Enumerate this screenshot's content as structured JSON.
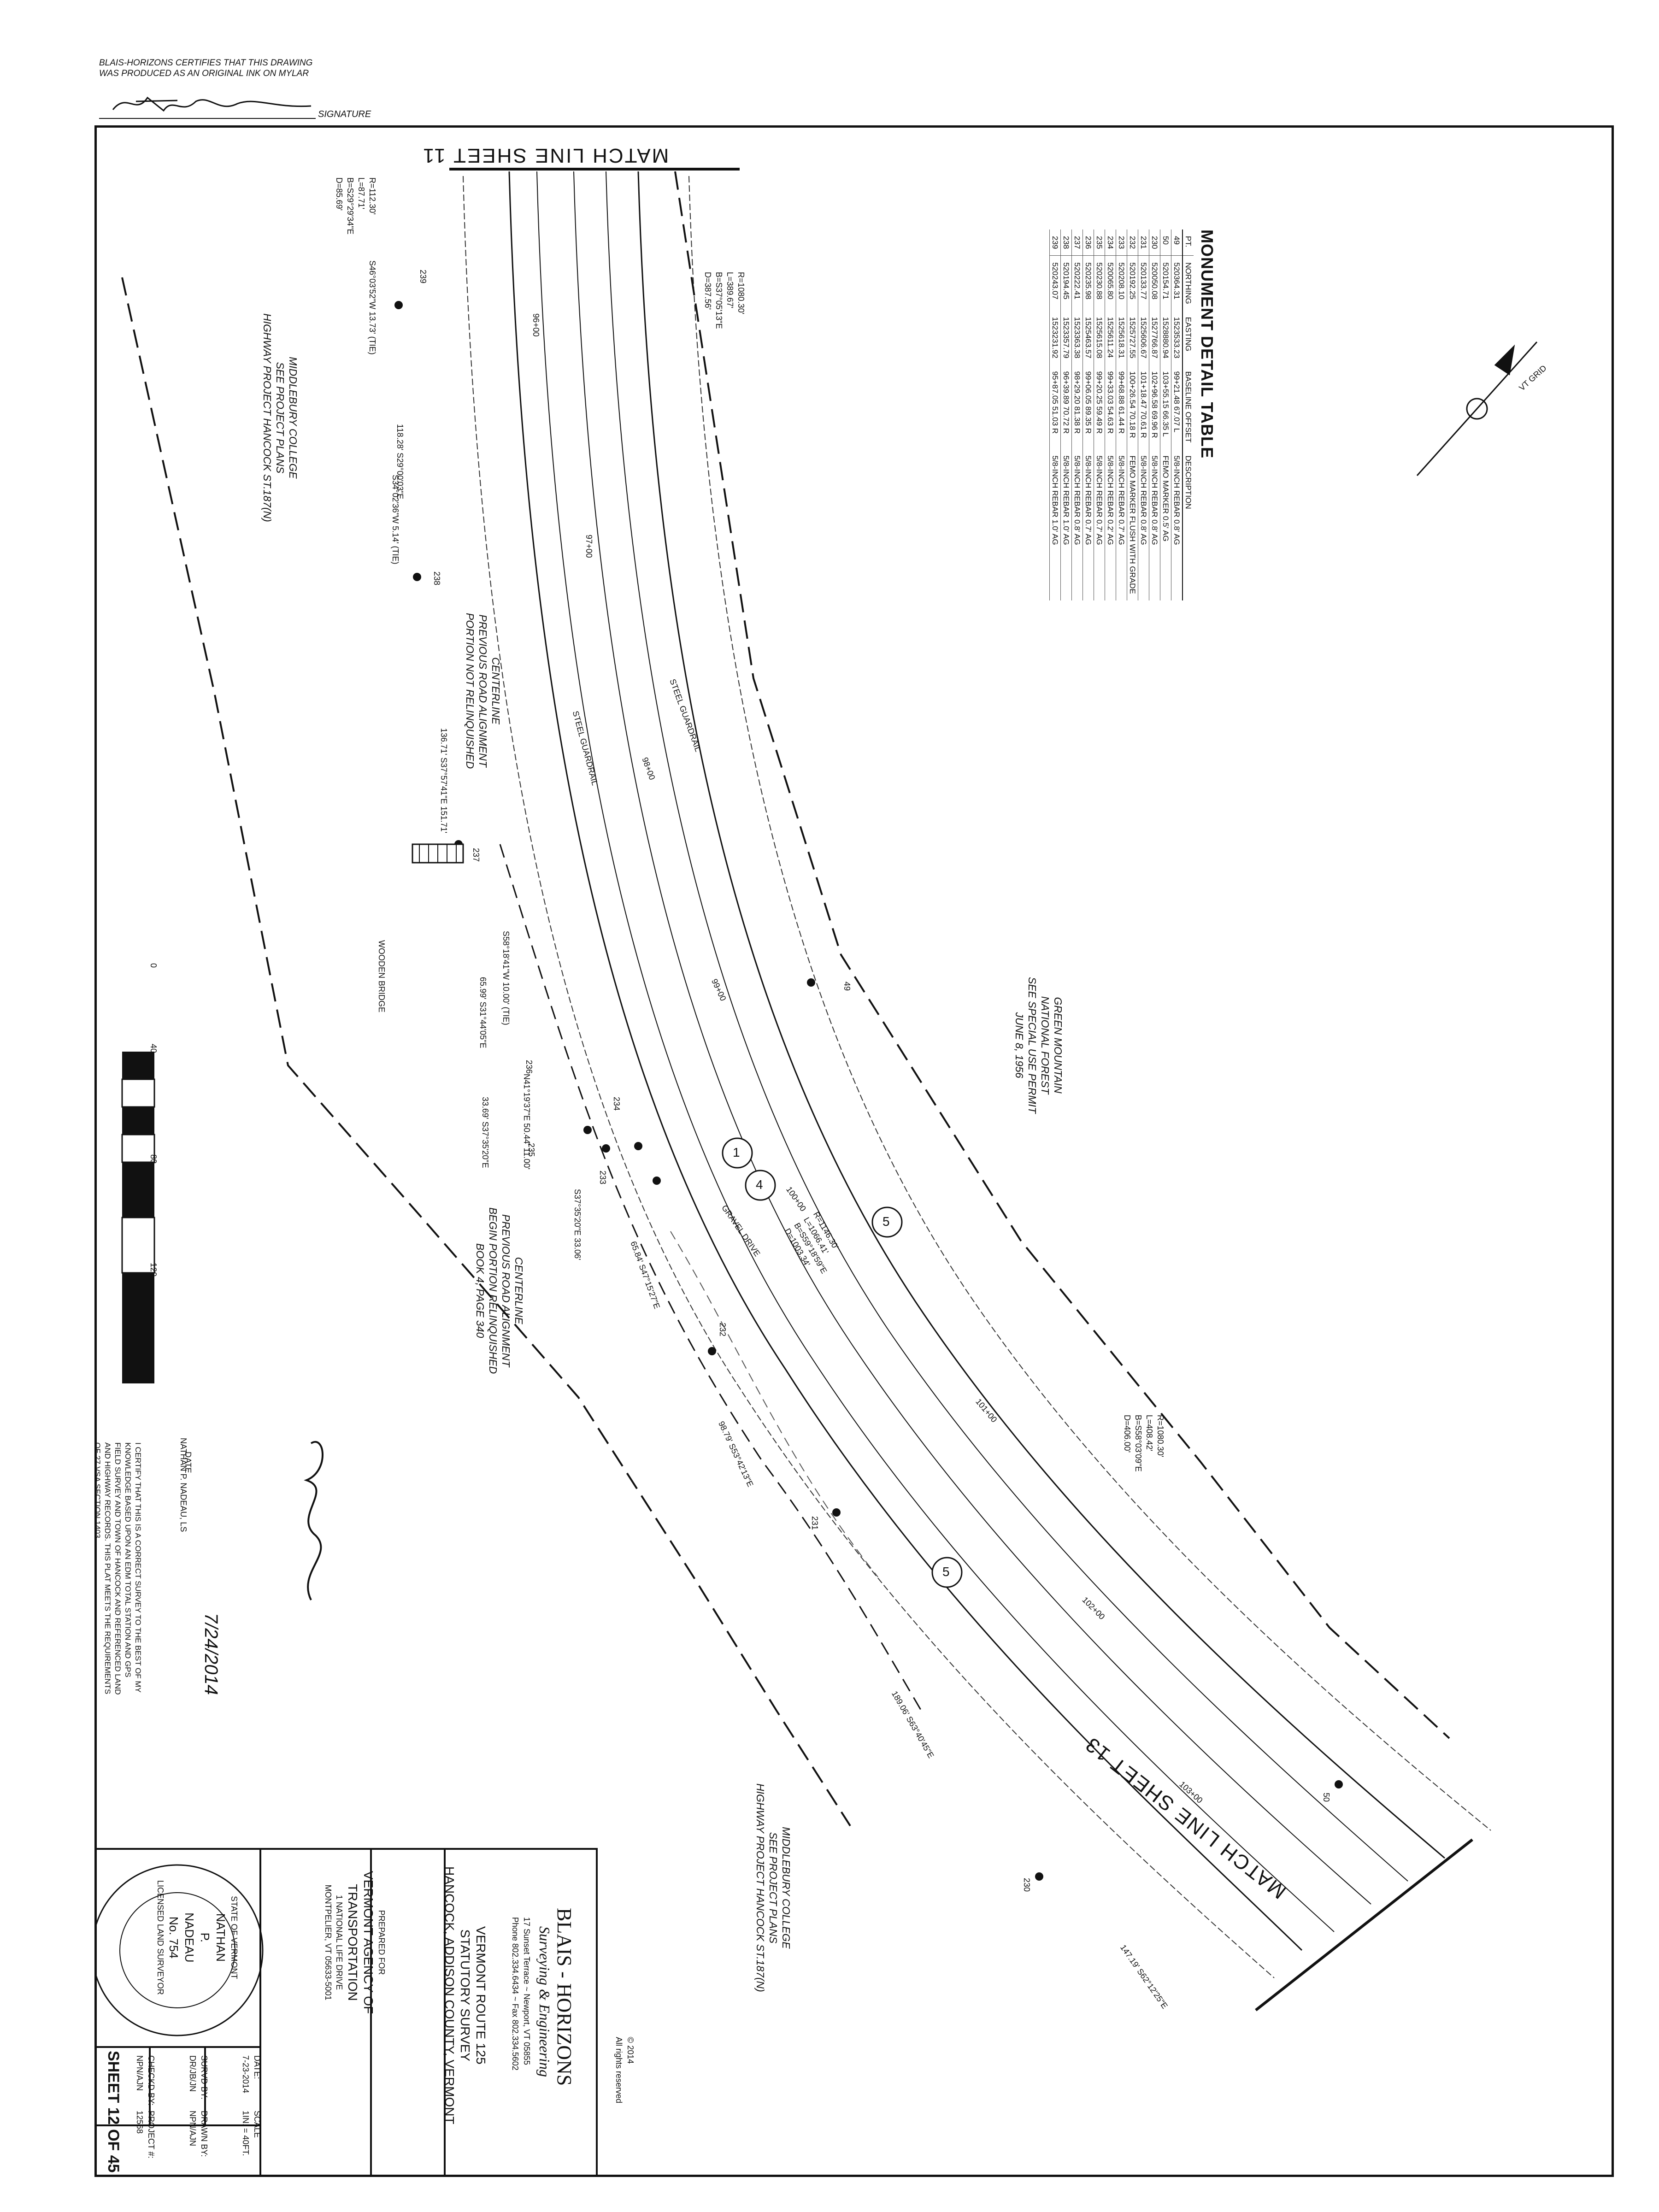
{
  "certification": {
    "line1": "BLAIS-HORIZONS CERTIFIES THAT THIS DRAWING",
    "line2": "WAS PRODUCED AS AN ORIGINAL INK ON MYLAR",
    "signature_label": "SIGNATURE"
  },
  "match_lines": {
    "top": "MATCH LINE SHEET 11",
    "bottom": "MATCH LINE SHEET 13"
  },
  "north_arrow": {
    "label": "VT GRID"
  },
  "monument_table": {
    "title": "MONUMENT DETAIL TABLE",
    "headers": [
      "PT.",
      "NORTHING",
      "EASTING",
      "BASELINE OFFSET",
      "DESCRIPTION"
    ],
    "rows": [
      [
        "49",
        "520364.31",
        "1523533.23",
        "99+21.48 67.07 L",
        "5/8-INCH REBAR 0.8' AG"
      ],
      [
        "50",
        "520154.71",
        "1528880.94",
        "103+55.15 66.35 L",
        "FEMO MARKER 0.5' AG"
      ],
      [
        "230",
        "520050.08",
        "1527766.87",
        "102+96.58 69.96 R",
        "5/8-INCH REBAR 0.8' AG"
      ],
      [
        "231",
        "520133.77",
        "1525606.67",
        "101+18.47 70.61 R",
        "5/8-INCH REBAR 0.8' AG"
      ],
      [
        "232",
        "520192.25",
        "1525727.55",
        "100+26.54 70.18 R",
        "FEMO MARKER FLUSH WITH GRADE"
      ],
      [
        "233",
        "520208.10",
        "1525618.31",
        "99+68.88 61.44 R",
        "5/8-INCH REBAR 0.7' AG"
      ],
      [
        "234",
        "520065.80",
        "1525611.24",
        "99+33.03 54.63 R",
        "5/8-INCH REBAR 0.2' AG"
      ],
      [
        "235",
        "520230.88",
        "1525615.08",
        "99+20.25 59.49 R",
        "5/8-INCH REBAR 0.7' AG"
      ],
      [
        "236",
        "520235.98",
        "1525463.57",
        "99+06.05 89.35 R",
        "5/8-INCH REBAR 0.7' AG"
      ],
      [
        "237",
        "520222.41",
        "1523363.38",
        "98+29.20 81.38 R",
        "5/8-INCH REBAR 0.8' AG"
      ],
      [
        "238",
        "520194.45",
        "1523357.79",
        "96+39.89 70.72 R",
        "5/8-INCH REBAR 1.0' AG"
      ],
      [
        "239",
        "520243.07",
        "1523231.92",
        "95+87.05 51.03 R",
        "5/8-INCH REBAR 1.0' AG"
      ]
    ]
  },
  "curves": {
    "top_left": [
      "R=1080.30'",
      "L=389.67'",
      "B=S37°05'13\"E",
      "D=387.56'"
    ],
    "left_small": [
      "R=112.30'",
      "L=87.71'",
      "B=S29°29'34\"E",
      "D=85.69'"
    ],
    "center": [
      "R=1146.30'",
      "L=1066.41'",
      "B=S59°18'59\"E",
      "D=1003.34'"
    ],
    "right": [
      "R=1080.30'",
      "L=408.42'",
      "B=S58°03'09\"E",
      "D=406.00'"
    ]
  },
  "stations": [
    "96+00",
    "97+00",
    "98+00",
    "99+00",
    "100+00",
    "101+00",
    "102+00",
    "103+00"
  ],
  "bearings": [
    "S46°03'52\"W 13.73' (TIE)",
    "118.28' S29°00'03\"E",
    "S34°02'36\"W 5.14' (TIE)",
    "136.71' S37°57'41\"E 151.71'",
    "S58°18'41\"W 10.00' (TIE)",
    "65.99' S31°44'05\"E",
    "33.69' S37°35'20\"E",
    "N41°19'37\"E 50.44' 11.00'",
    "S37°35'20\"E 33.06'",
    "65.84' S47°15'27\"E",
    "98.79' S53°42'13\"E",
    "189.06' S63°40'45\"E",
    "147.19' S62°12'25\"E"
  ],
  "point_labels": [
    "239",
    "238",
    "237",
    "236",
    "235",
    "234",
    "233",
    "232",
    "231",
    "230",
    "49",
    "50"
  ],
  "notes": {
    "middlebury_top": [
      "MIDDLEBURY COLLEGE",
      "SEE PROJECT PLANS",
      "HIGHWAY PROJECT HANCOCK ST.187(N)"
    ],
    "middlebury_bottom": [
      "MIDDLEBURY COLLEGE",
      "SEE PROJECT PLANS",
      "HIGHWAY PROJECT HANCOCK ST.187(N)"
    ],
    "centerline_not": [
      "CENTERLINE",
      "PREVIOUS ROAD ALIGNMENT",
      "PORTION NOT RELINQUISHED"
    ],
    "centerline_relinq": [
      "CENTERLINE",
      "PREVIOUS ROAD ALIGNMENT",
      "BEGIN PORTION RELINQUISHED",
      "BOOK 4, PAGE 340"
    ],
    "green_mountain": [
      "GREEN MOUNTAIN",
      "NATIONAL FOREST",
      "SEE SPECIAL USE PERMIT",
      "JUNE 8, 1956"
    ],
    "steel_guardrail": "STEEL GUARDRAIL",
    "gravel_drive": "GRAVEL DRIVE",
    "wooden_bridge": "WOODEN BRIDGE"
  },
  "route_shields": [
    "1",
    "4",
    "5",
    "5"
  ],
  "scale_bar": {
    "ticks": [
      "0",
      "40",
      "80",
      "120"
    ]
  },
  "surveyor_cert": {
    "name": "NATHAN P. NADEAU, LS",
    "date_label": "DATE",
    "date": "7/24/2014",
    "text": "I CERTIFY THAT THIS IS A CORRECT SURVEY TO THE BEST OF MY KNOWLEDGE BASED UPON AN EDM TOTAL STATION AND GPS FIELD SURVEY AND TOWN OF HANCOCK AND REFERENCED LAND AND HIGHWAY RECORDS. THIS PLAT MEETS THE REQUIREMENTS OF 27 VSA SECTION 1403."
  },
  "title_block": {
    "copyright": "© 2014",
    "rights": "All rights reserved",
    "firm": "BLAIS - HORIZONS",
    "firm_sub": "Surveying & Engineering",
    "address": "17 Sunset Terrace ~ Newport, VT 05855",
    "phone": "Phone 802.334.6434 ~ Fax 802.334.5602",
    "project_lines": [
      "VERMONT ROUTE 125",
      "STATUTORY SURVEY",
      "HANCOCK, ADDISON COUNTY, VERMONT"
    ],
    "prepared_for": "PREPARED FOR",
    "client_lines": [
      "VERMONT AGENCY OF",
      "TRANSPORTATION",
      "1 NATIONAL LIFE DRIVE",
      "MONTPELIER, VT 05633-5001"
    ],
    "seal": {
      "top": "STATE OF VERMONT",
      "name1": "NATHAN",
      "name2": "P.",
      "name3": "NADEAU",
      "number": "No. 754",
      "bottom": "LICENSED LAND SURVEYOR"
    },
    "fields": [
      {
        "label": "DATE:",
        "value": "7-23-2014"
      },
      {
        "label": "SCALE",
        "value": "1IN. = 40FT."
      },
      {
        "label": "SURVD BY:",
        "value": "DR/JB/JN"
      },
      {
        "label": "DRAWN BY:",
        "value": "NPN/AJN"
      },
      {
        "label": "CHECKD BY:",
        "value": "NPN/AJN"
      },
      {
        "label": "PROJECT #:",
        "value": "12568"
      }
    ],
    "sheet": "SHEET 12 OF 45"
  }
}
